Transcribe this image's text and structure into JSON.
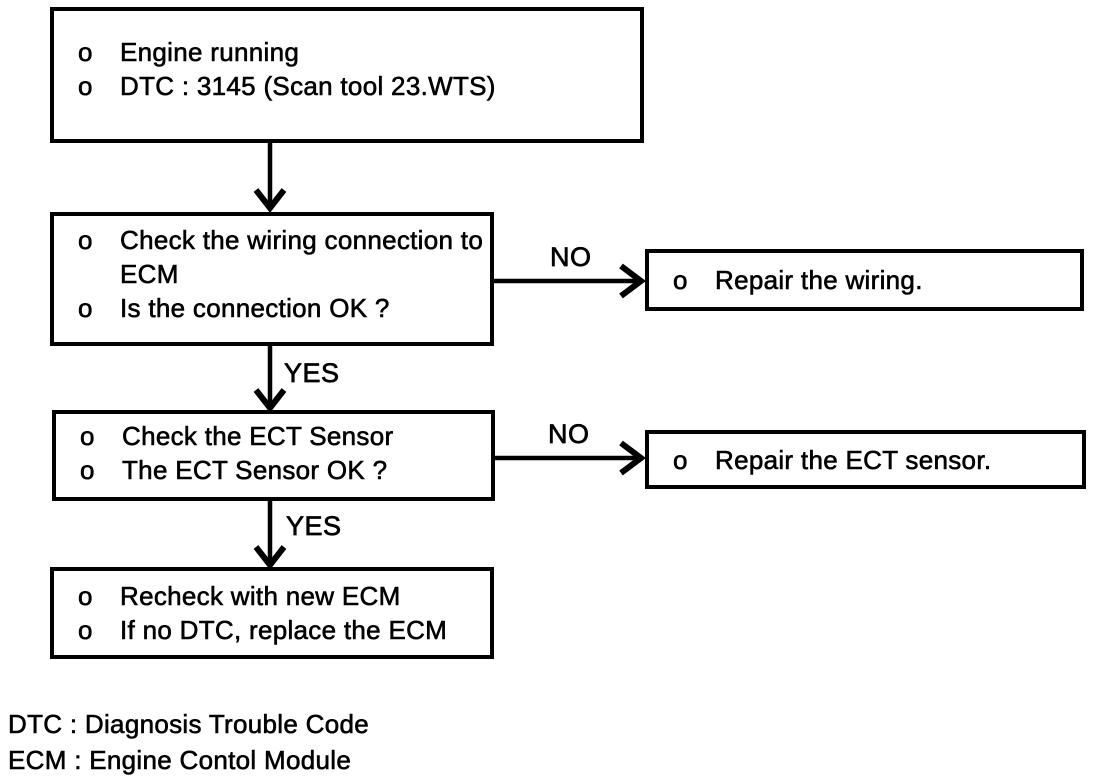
{
  "page": {
    "background_color": "#ffffff",
    "ink_color": "#000000"
  },
  "flowchart": {
    "bullet": "o",
    "nodes": {
      "start": {
        "items": [
          "Engine running",
          "DTC : 3145 (Scan tool 23.WTS)"
        ]
      },
      "check_wiring": {
        "items": [
          "Check the wiring connection to ECM",
          "Is the connection OK ?"
        ]
      },
      "repair_wiring": {
        "items": [
          "Repair the wiring."
        ]
      },
      "check_ect": {
        "items": [
          "Check the ECT Sensor",
          "The ECT Sensor OK ?"
        ]
      },
      "repair_ect": {
        "items": [
          "Repair the ECT sensor."
        ]
      },
      "recheck_ecm": {
        "items": [
          "Recheck with new ECM",
          "If no DTC, replace the ECM"
        ]
      }
    },
    "branch_labels": {
      "no_wiring": "NO",
      "yes_wiring": "YES",
      "no_ect": "NO",
      "yes_ect": "YES"
    }
  },
  "legend": {
    "lines": [
      "DTC : Diagnosis Trouble Code",
      "ECM : Engine Contol Module"
    ]
  }
}
